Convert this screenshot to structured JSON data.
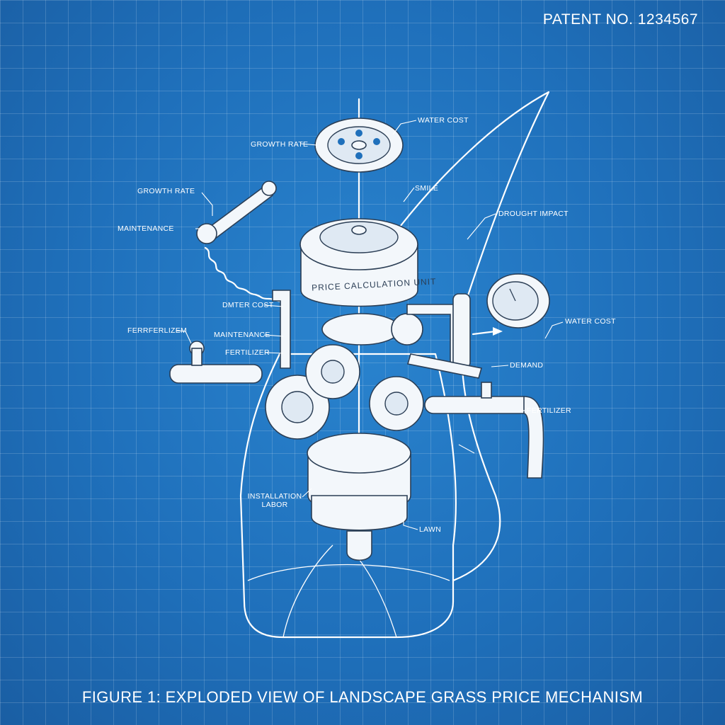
{
  "header": {
    "patent_number": "PATENT NO. 1234567"
  },
  "caption": "FIGURE 1: EXPLODED VIEW OF LANDSCAPE GRASS PRICE MECHANISM",
  "housing_label": "PRICE CALCULATION UNIT",
  "callouts": {
    "water_cost_top": "WATER COST",
    "growth_rate_top": "GROWTH RATE",
    "smile": "SMILE",
    "growth_rate_left": "GROWTH RATE",
    "drought_impact": "DROUGHT IMPACT",
    "maintenance_left": "MAINTENANCE",
    "water_cost_mid": "DMTER COST",
    "water_cost_right": "WATER COST",
    "fertilizer_left": "FERRFERLIZEM",
    "maintenance_mid": "MAINTENANCE",
    "fertilizer_mid": "FERTILIZER",
    "demand": "DEMAND",
    "fertilizer_right": "FERTILIZER",
    "installation_labor": "INSTALLATION LABOR",
    "lawn": "LAWN"
  },
  "colors": {
    "background": "#1f70bb",
    "line": "#ffffff"
  }
}
